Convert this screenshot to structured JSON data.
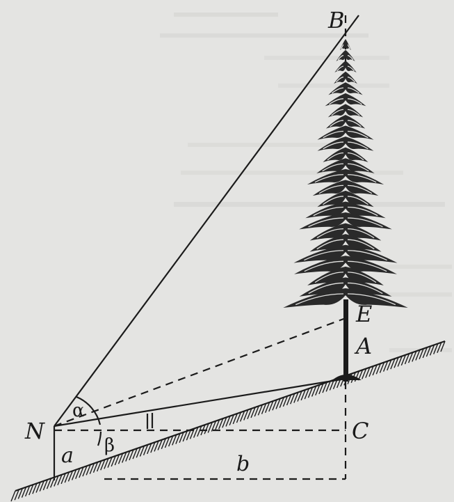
{
  "diagram": {
    "labels": {
      "point_b": "B",
      "point_e": "E",
      "point_a": "A",
      "point_n": "N",
      "point_c": "C",
      "side_a": "a",
      "side_b": "b",
      "angle_alpha": "α",
      "angle_beta": "β"
    },
    "colors": {
      "ink": "#1b1b1b",
      "paper": "#e4e4e2"
    }
  }
}
